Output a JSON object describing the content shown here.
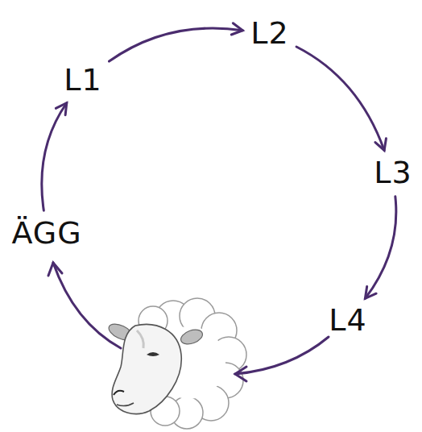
{
  "diagram": {
    "nodes": [
      {
        "text": [
          "ÄGG"
        ]
      },
      {
        "text": [
          "L1"
        ]
      },
      {
        "text": [
          "L2"
        ]
      },
      {
        "text": [
          "L3"
        ]
      },
      {
        "text": [
          "L4"
        ]
      }
    ],
    "edges": [
      {
        "from": 0,
        "to": 1,
        "arrow": "to"
      },
      {
        "from": 1,
        "to": 2,
        "arrow": "to"
      },
      {
        "from": 2,
        "to": 3,
        "arrow": "to"
      },
      {
        "from": 3,
        "to": 4,
        "arrow": "to"
      }
    ]
  }
}
